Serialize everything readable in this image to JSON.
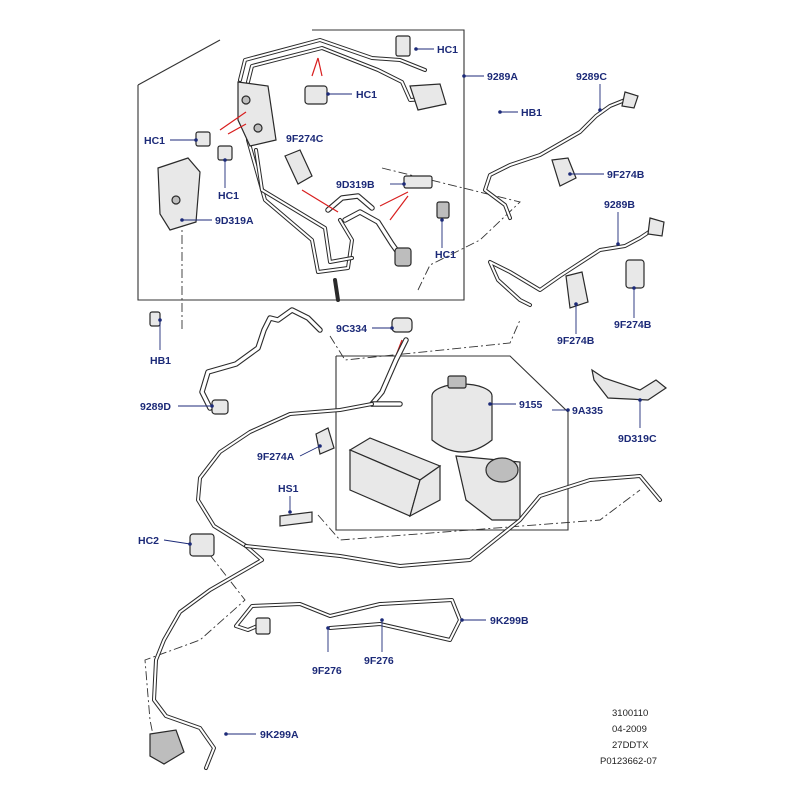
{
  "callouts": {
    "hc1_top": "HC1",
    "hc1_mid": "HC1",
    "hc1_left": "HC1",
    "hc1_lower": "HC1",
    "hc1_right": "HC1",
    "p9289a": "9289A",
    "p9289c": "9289C",
    "hb1_top": "HB1",
    "p9f274c": "9F274C",
    "p9f274b_top": "9F274B",
    "p9d319b": "9D319B",
    "p9d319a": "9D319A",
    "p9289b": "9289B",
    "hb1_left": "HB1",
    "p9c334": "9C334",
    "p9f274b_left": "9F274B",
    "p9f274b_right": "9F274B",
    "p9289d": "9289D",
    "p9155": "9155",
    "p9a335": "9A335",
    "p9d319c": "9D319C",
    "p9f274a": "9F274A",
    "hs1": "HS1",
    "hc2": "HC2",
    "p9k299b": "9K299B",
    "p9f276_left": "9F276",
    "p9f276_right": "9F276",
    "p9k299a": "9K299A"
  },
  "reference": {
    "line1": "3100110",
    "line2": "04-2009",
    "line3": "27DDTX",
    "line4": "P0123662-07"
  },
  "colors": {
    "callout_text": "#1c2a78",
    "leader_red": "#d81e1e",
    "line_art": "#2a2a2a"
  }
}
